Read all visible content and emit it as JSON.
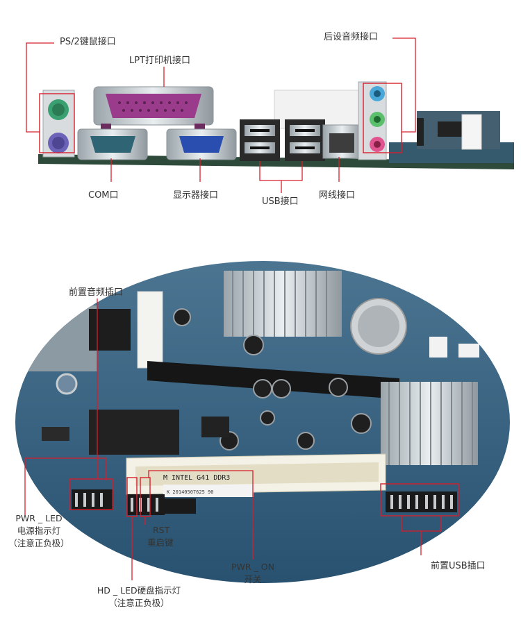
{
  "top_panel": {
    "labels": {
      "ps2": "PS/2键鼠接口",
      "lpt": "LPT打印机接口",
      "rear_audio": "后设音频接口",
      "com": "COM口",
      "vga": "显示器接口",
      "usb": "USB接口",
      "lan": "网线接口"
    }
  },
  "bottom_panel": {
    "labels": {
      "front_audio": "前置音频插口",
      "pwr_led_1": "PWR _ LED",
      "pwr_led_2": "电源指示灯",
      "pwr_led_3": "（注意正负极）",
      "rst_1": "RST",
      "rst_2": "重启键",
      "pwr_on_1": "PWR _ ON",
      "pwr_on_2": "开关",
      "hd_led_1": "HD _ LED硬盘指示灯",
      "hd_led_2": "（注意正负极）",
      "front_usb": "前置USB插口"
    },
    "board_print": {
      "model": "M  INTEL  G41  DDR3",
      "serial": "K 20140507625 90"
    }
  },
  "colors": {
    "accent_line": "#d81e2c",
    "label_text": "#333333",
    "board_blue": "#2f5b7a"
  }
}
